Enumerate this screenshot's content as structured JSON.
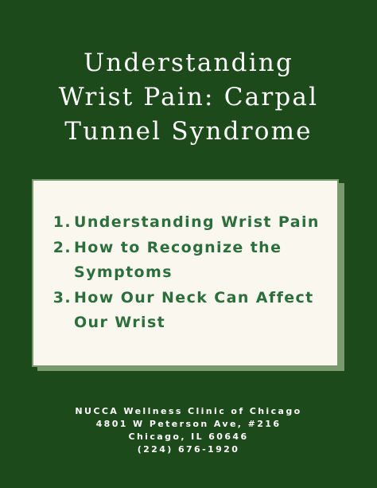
{
  "title": {
    "line1": "Understanding",
    "line2": "Wrist Pain: Carpal",
    "line3": "Tunnel Syndrome"
  },
  "toc": {
    "items": [
      {
        "number": "1.",
        "text": "Understanding Wrist Pain"
      },
      {
        "number": "2.",
        "text": "How to Recognize the Symptoms"
      },
      {
        "number": "3.",
        "text": "How Our Neck Can Affect Our Wrist"
      }
    ]
  },
  "footer": {
    "clinic_name": "NUCCA Wellness Clinic of Chicago",
    "address_line1": "4801 W Peterson Ave, #216",
    "address_line2": "Chicago, IL 60646",
    "phone": "(224) 676-1920"
  },
  "colors": {
    "background": "#1d4a1a",
    "card": "#faf7ef",
    "card_border": "#7a9a6e",
    "toc_text": "#2c6e3c",
    "title_text": "#ffffff"
  }
}
